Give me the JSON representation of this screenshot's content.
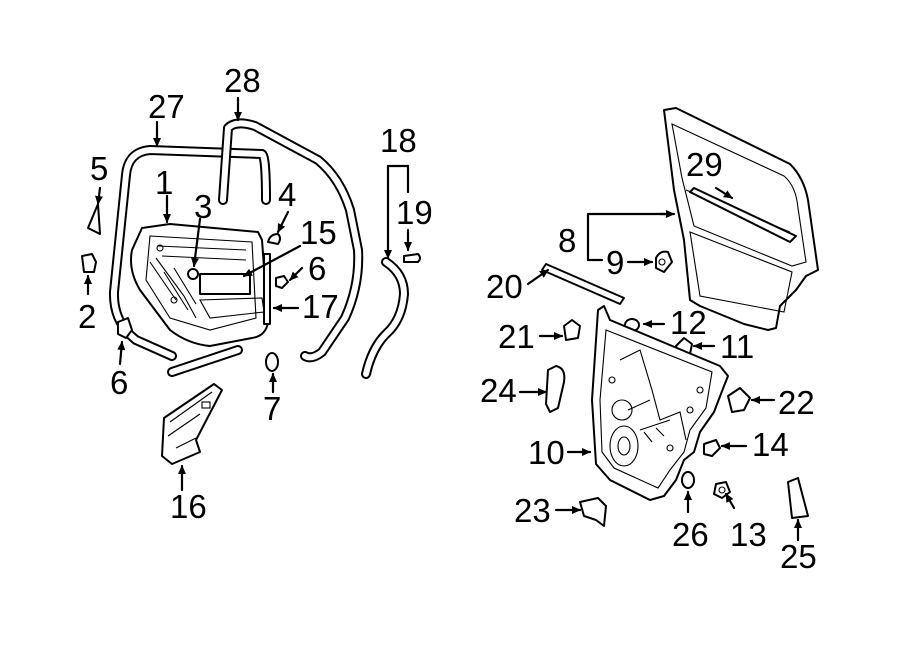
{
  "callouts": [
    {
      "id": "c1",
      "label": "1"
    },
    {
      "id": "c2",
      "label": "2"
    },
    {
      "id": "c3",
      "label": "3"
    },
    {
      "id": "c4",
      "label": "4"
    },
    {
      "id": "c5",
      "label": "5"
    },
    {
      "id": "c6a",
      "label": "6"
    },
    {
      "id": "c6b",
      "label": "6"
    },
    {
      "id": "c7",
      "label": "7"
    },
    {
      "id": "c8",
      "label": "8"
    },
    {
      "id": "c9",
      "label": "9"
    },
    {
      "id": "c10",
      "label": "10"
    },
    {
      "id": "c11",
      "label": "11"
    },
    {
      "id": "c12",
      "label": "12"
    },
    {
      "id": "c13",
      "label": "13"
    },
    {
      "id": "c14",
      "label": "14"
    },
    {
      "id": "c15",
      "label": "15"
    },
    {
      "id": "c16",
      "label": "16"
    },
    {
      "id": "c17",
      "label": "17"
    },
    {
      "id": "c18",
      "label": "18"
    },
    {
      "id": "c19",
      "label": "19"
    },
    {
      "id": "c20",
      "label": "20"
    },
    {
      "id": "c21",
      "label": "21"
    },
    {
      "id": "c22",
      "label": "22"
    },
    {
      "id": "c23",
      "label": "23"
    },
    {
      "id": "c24",
      "label": "24"
    },
    {
      "id": "c25",
      "label": "25"
    },
    {
      "id": "c26",
      "label": "26"
    },
    {
      "id": "c27",
      "label": "27"
    },
    {
      "id": "c28",
      "label": "28"
    },
    {
      "id": "c29",
      "label": "29"
    }
  ]
}
